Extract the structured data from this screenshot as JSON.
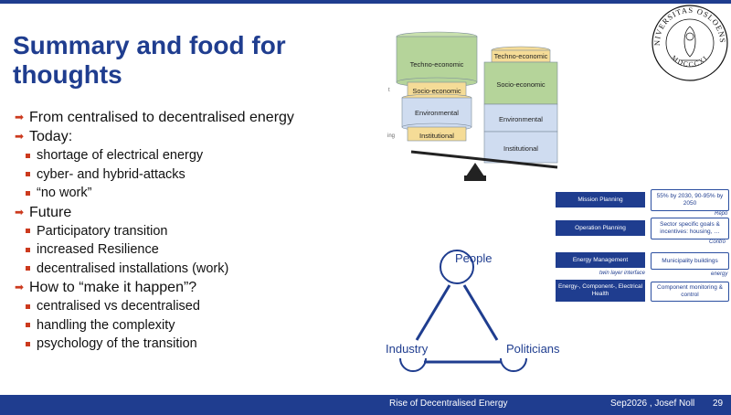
{
  "slide": {
    "title_line1": "Summary and food for",
    "title_line2": "thoughts",
    "bullets": [
      {
        "level": 1,
        "text": "From centralised to decentralised energy"
      },
      {
        "level": 1,
        "text": "Today:"
      },
      {
        "level": 2,
        "text": "shortage of electrical energy"
      },
      {
        "level": 2,
        "text": "cyber- and hybrid-attacks"
      },
      {
        "level": 2,
        "text": "“no work”"
      },
      {
        "level": 1,
        "text": "Future"
      },
      {
        "level": 2,
        "text": "Participatory transition"
      },
      {
        "level": 2,
        "text": "increased Resilience"
      },
      {
        "level": 2,
        "text": "decentralised installations (work)"
      },
      {
        "level": 1,
        "text": "How to “make it happen”?"
      },
      {
        "level": 2,
        "text": "centralised vs decentralised"
      },
      {
        "level": 2,
        "text": "handling the complexity"
      },
      {
        "level": 2,
        "text": "psychology of the transition"
      }
    ]
  },
  "balance": {
    "left": {
      "techno": "Techno-economic",
      "socio": "Socio-economic",
      "env": "Environmental",
      "inst": "Institutional"
    },
    "right": {
      "techno": "Techno-economic",
      "socio": "Socio-economic",
      "env": "Environmental",
      "inst": "Institutional"
    },
    "left_fragment": "ing",
    "left_fragment2": "t"
  },
  "planning": {
    "rows": [
      {
        "left": "Mission Planning",
        "right": "55% by 2030, 90-95% by 2050",
        "note": "Repo"
      },
      {
        "left": "Operation Planning",
        "right": "Sector specific goals & incentives: housing, …",
        "note": "Contro"
      },
      {
        "left": "Energy Management",
        "right": "Municipality buildings",
        "note": "energy"
      },
      {
        "left": "Energy-, Component-, Electrical Health",
        "right": "Component monitoring & control",
        "note": ""
      }
    ],
    "twin_layer": "twin layer interface"
  },
  "triangle": {
    "top": "People",
    "left": "Industry",
    "right": "Politicians"
  },
  "seal": {
    "top_text": "UNIVERSITAS OSLOENSIS",
    "bottom_text": "MDCCCXI"
  },
  "footer": {
    "center": "Rise of Decentralised Energy",
    "date_author": "Sep2026 , Josef Noll",
    "page": "29"
  },
  "colors": {
    "brand_blue": "#1f3d8f",
    "bullet_red": "#cc3a1e",
    "green_block": "#b5d49a",
    "yellow_block": "#f5dc97",
    "blue_block": "#cfdcf0"
  }
}
